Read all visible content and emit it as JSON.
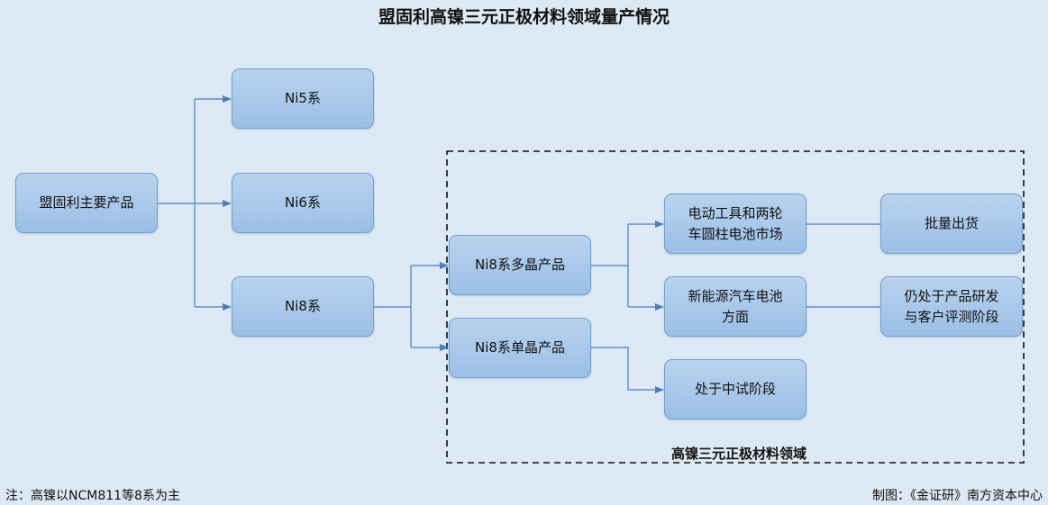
{
  "title": "盟固利高镍三元正极材料领域量产情况",
  "nodes": {
    "main_products": "盟固利主要产品",
    "ni5": "Ni5系",
    "ni6": "Ni6系",
    "ni8": "Ni8系",
    "ni8_poly": "Ni8系多晶产品",
    "ni8_single": "Ni8系单晶产品",
    "power_tools_line1": "电动工具和两轮",
    "power_tools_line2": "车圆柱电池市场",
    "nev_line1": "新能源汽车电池",
    "nev_line2": "方面",
    "pilot": "处于中试阶段",
    "mass_supply": "批量出货",
    "rd_line1": "仍处于产品研发",
    "rd_line2": "与客户评测阶段"
  },
  "region_label": "高镍三元正极材料领域",
  "footer": {
    "note": "注：高镍以NCM811等8系为主",
    "credit": "制图：《金证研》南方资本中心"
  },
  "colors": {
    "background": "#dde9f4",
    "node_fill": "#a9c8ea",
    "node_border": "#6f9fd0",
    "connector": "#4a7fc0"
  }
}
